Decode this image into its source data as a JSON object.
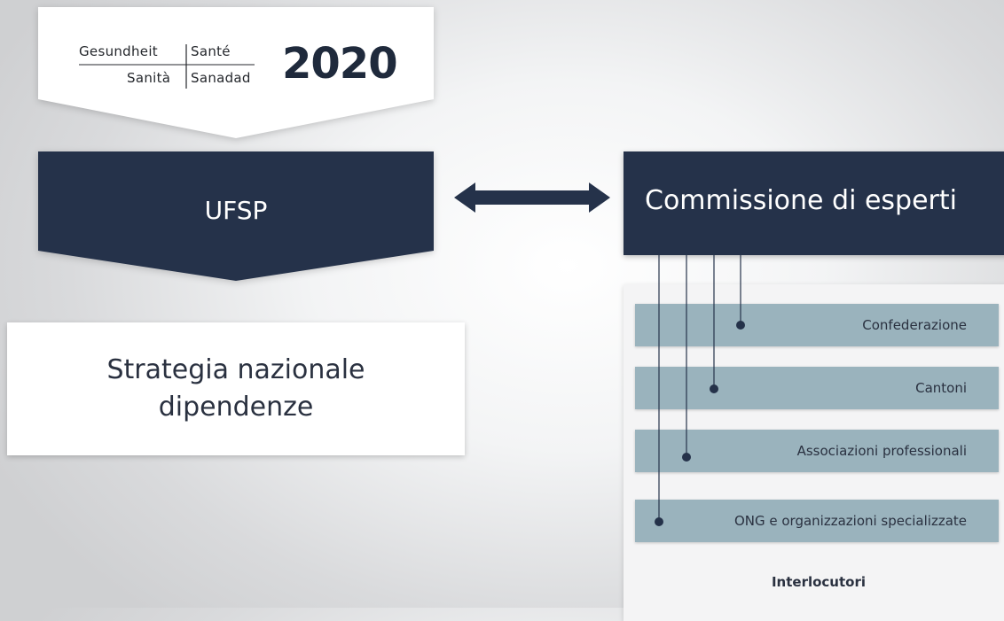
{
  "logo": {
    "word_de": "Gesundheit",
    "word_fr": "Santé",
    "word_it": "Sanità",
    "word_rm": "Sanadad",
    "year": "2020"
  },
  "ufsp": {
    "label": "UFSP"
  },
  "strategy": {
    "line1": "Strategia nazionale",
    "line2": "dipendenze"
  },
  "commission": {
    "label": "Commissione di esperti"
  },
  "interlocutors": {
    "rows": [
      {
        "label": "Confederazione"
      },
      {
        "label": "Cantoni"
      },
      {
        "label": "Associazioni professionali"
      },
      {
        "label": "ONG e organizzazioni specializzate"
      }
    ],
    "footer": "Interlocutori"
  },
  "colors": {
    "navy": "#25324a",
    "row_fill": "#9ab3bd",
    "panel_bg": "#f4f4f5",
    "white": "#ffffff"
  }
}
